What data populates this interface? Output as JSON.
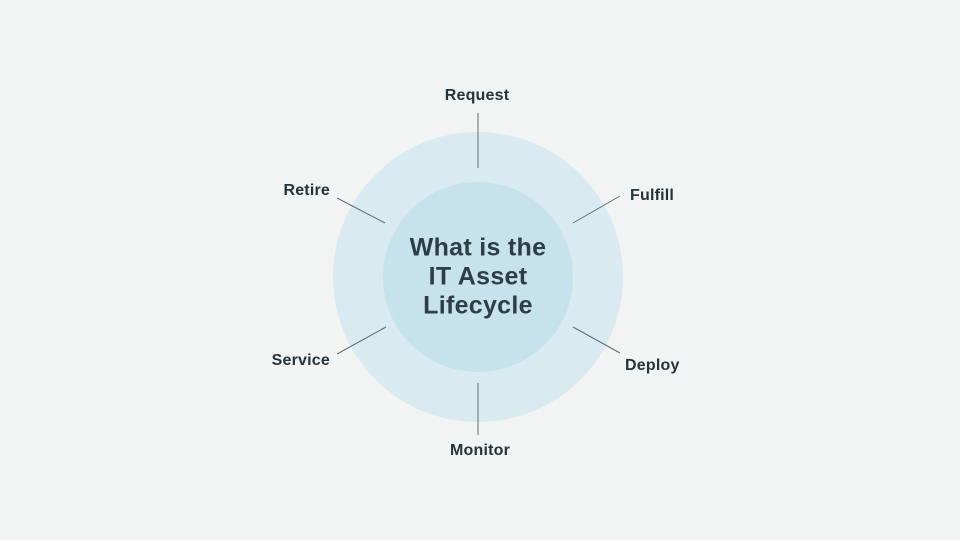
{
  "diagram": {
    "type": "radial-cycle",
    "title": "What is the IT Asset Lifecycle"
  },
  "center": {
    "lines": [
      "What is the",
      "IT Asset",
      "Lifecycle"
    ]
  },
  "nodes": [
    {
      "id": "request",
      "label": "Request",
      "position": "top"
    },
    {
      "id": "fulfill",
      "label": "Fulfill",
      "position": "top-right"
    },
    {
      "id": "deploy",
      "label": "Deploy",
      "position": "bottom-right"
    },
    {
      "id": "monitor",
      "label": "Monitor",
      "position": "bottom"
    },
    {
      "id": "service",
      "label": "Service",
      "position": "bottom-left"
    },
    {
      "id": "retire",
      "label": "Retire",
      "position": "top-left"
    }
  ],
  "colors": {
    "background": "#f2f3f3",
    "outer_circle": "#d9eaf1",
    "inner_circle": "#c6e2ec",
    "connector_line": "#5f6e74",
    "text": "#2d3e46"
  }
}
